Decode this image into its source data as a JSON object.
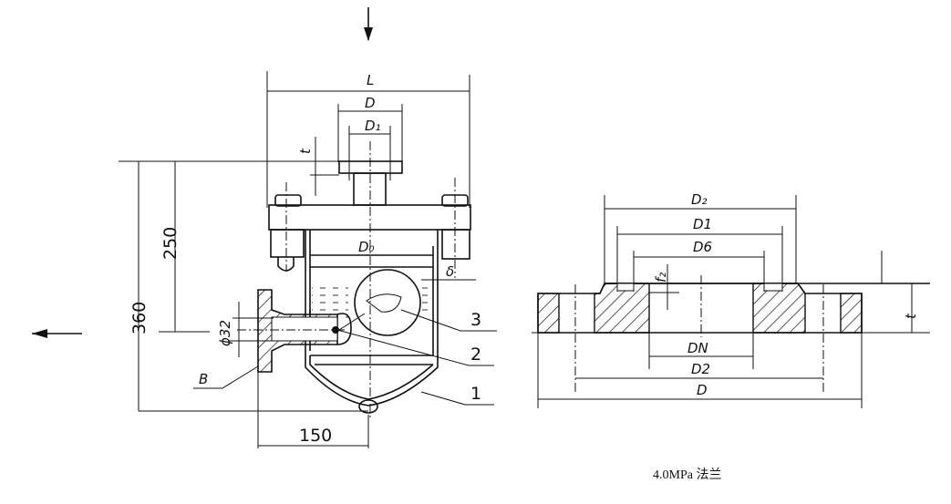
{
  "strainer_view": {
    "labels": {
      "L": "L",
      "D": "D",
      "D1": "D₁",
      "t": "t",
      "Do": "D₀",
      "delta": "δ",
      "phi32": "ϕ32",
      "B": "B",
      "part1": "1",
      "part2": "2",
      "part3": "3"
    },
    "dimensions": {
      "height_total": "360",
      "height_inlet": "250",
      "offset": "150"
    }
  },
  "flange_view": {
    "labels": {
      "D2_top": "D₂",
      "D1": "D1",
      "D6": "D6",
      "f2": "f₂",
      "t": "t",
      "DN": "DN",
      "D2_bottom": "D2",
      "D": "D"
    },
    "caption": "4.0MPa 法兰"
  }
}
